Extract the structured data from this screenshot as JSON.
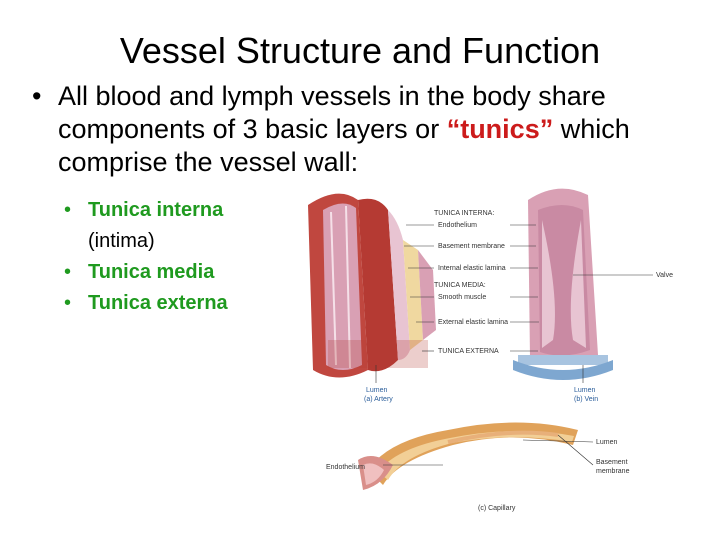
{
  "slide": {
    "title": "Vessel Structure and Function",
    "bullet": {
      "before": "All blood and lymph vessels in the body share components of 3 basic layers or ",
      "highlight": "“tunics”",
      "after": " which comprise the vessel wall:"
    },
    "sub_bullets": [
      {
        "label": "Tunica interna",
        "extra": "(intima)"
      },
      {
        "label": "Tunica media",
        "extra": ""
      },
      {
        "label": "Tunica externa",
        "extra": ""
      }
    ]
  },
  "figure": {
    "labels": {
      "tunica_interna": "TUNICA INTERNA:",
      "endothelium": "Endothelium",
      "basement_membrane": "Basement membrane",
      "internal_elastic": "Internal elastic lamina",
      "tunica_media": "TUNICA MEDIA:",
      "smooth_muscle": "Smooth muscle",
      "external_elastic": "External elastic lamina",
      "tunica_externa": "TUNICA EXTERNA",
      "valve": "Valve",
      "lumen_a": "Lumen",
      "artery": "(a) Artery",
      "lumen_b": "Lumen",
      "vein": "(b) Vein",
      "lumen_c": "Lumen",
      "endothelium_c": "Endothelium",
      "basement_c1": "Basement",
      "basement_c2": "membrane",
      "capillary": "(c) Capillary"
    },
    "colors": {
      "artery_outer": "#c0473f",
      "vessel_pink": "#d9a0b4",
      "lumen_pink": "#e8c4d2",
      "capillary": "#e0a25a",
      "label_blue": "#2a5d9a"
    }
  }
}
